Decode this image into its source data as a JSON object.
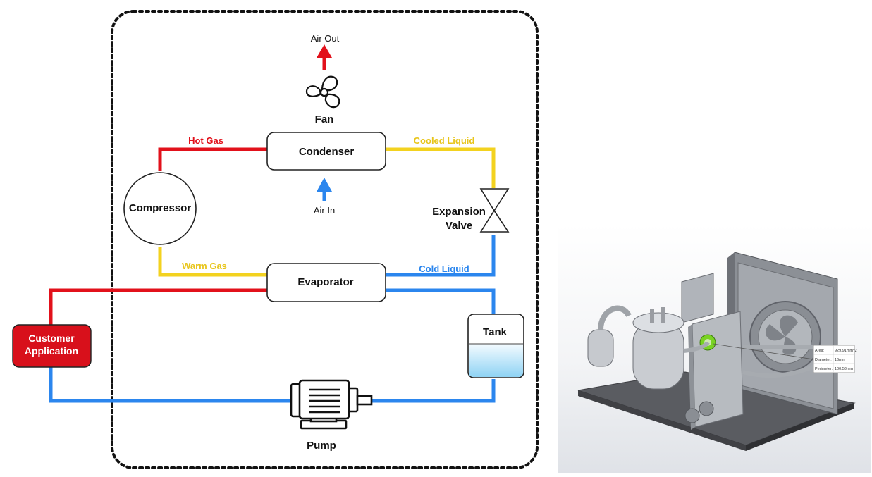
{
  "diagram": {
    "air_out": "Air Out",
    "fan": "Fan",
    "hot_gas": "Hot Gas",
    "condenser": "Condenser",
    "cooled_liquid": "Cooled Liquid",
    "compressor": "Compressor",
    "air_in": "Air In",
    "expansion_valve_line1": "Expansion",
    "expansion_valve_line2": "Valve",
    "warm_gas": "Warm Gas",
    "evaporator": "Evaporator",
    "cold_liquid": "Cold Liquid",
    "customer_application_line1": "Customer",
    "customer_application_line2": "Application",
    "tank": "Tank",
    "pump": "Pump"
  },
  "cad_callout": {
    "area_label": "Area:",
    "area_value": "929.91mm^2",
    "diameter_label": "Diameter:",
    "diameter_value": "16mm",
    "perimeter_label": "Perimeter:",
    "perimeter_value": "100.53mm"
  },
  "colors": {
    "hot": "#e2111b",
    "cold": "#2b86ee",
    "warm": "#f3d21f",
    "outline": "#1a1a1a",
    "customer_fill": "#d8101b",
    "cad_highlight": "#7ad324"
  }
}
